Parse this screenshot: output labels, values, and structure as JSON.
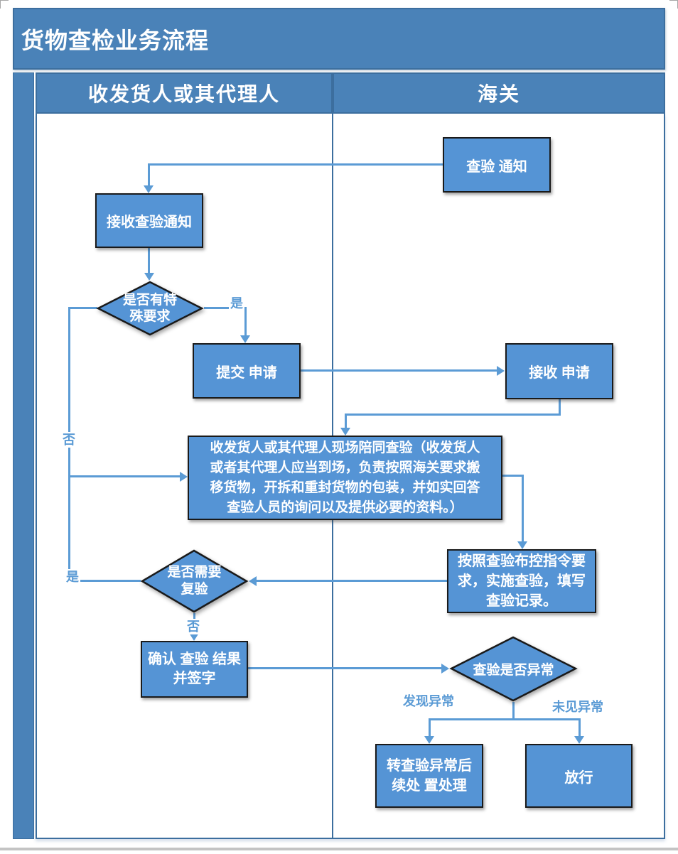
{
  "title": "货物查检业务流程",
  "lanes": {
    "left": "收发货人或其代理人",
    "right": "海关"
  },
  "nodes": {
    "inspection_notice": "查验 通知",
    "receive_notice": "接收查验通知",
    "special_requirements": "是否有特\n殊要求",
    "submit_application": "提交 申请",
    "receive_application": "接收 申请",
    "accompany_inspection": "收发货人或其代理人现场陪同查验（收发货人\n或者其代理人应当到场，负责按照海关要求搬\n移货物，开拆和重封货物的包装，并如实回答\n查验人员的询问以及提供必要的资料。）",
    "implement_inspection": "按照查验布控指令要\n求，实施查验，填写\n查验记录。",
    "need_reinspection": "是否需要\n复验",
    "confirm_sign": "确认 查验 结果\n并签字",
    "inspection_abnormal": "查验是否异常",
    "abnormal_followup": "转查验异常后\n续处 置处理",
    "release": "放行"
  },
  "edge_labels": {
    "yes1": "是",
    "no1": "否",
    "yes2": "是",
    "no2": "否",
    "found_abnormal": "发现异常",
    "no_abnormal": "未见异常"
  },
  "colors": {
    "band_fill": "#4A82B8",
    "band_border": "#3C6E9E",
    "node_fill": "#5594D5",
    "node_border": "#1A1A1A",
    "line": "#5B9BD5"
  }
}
